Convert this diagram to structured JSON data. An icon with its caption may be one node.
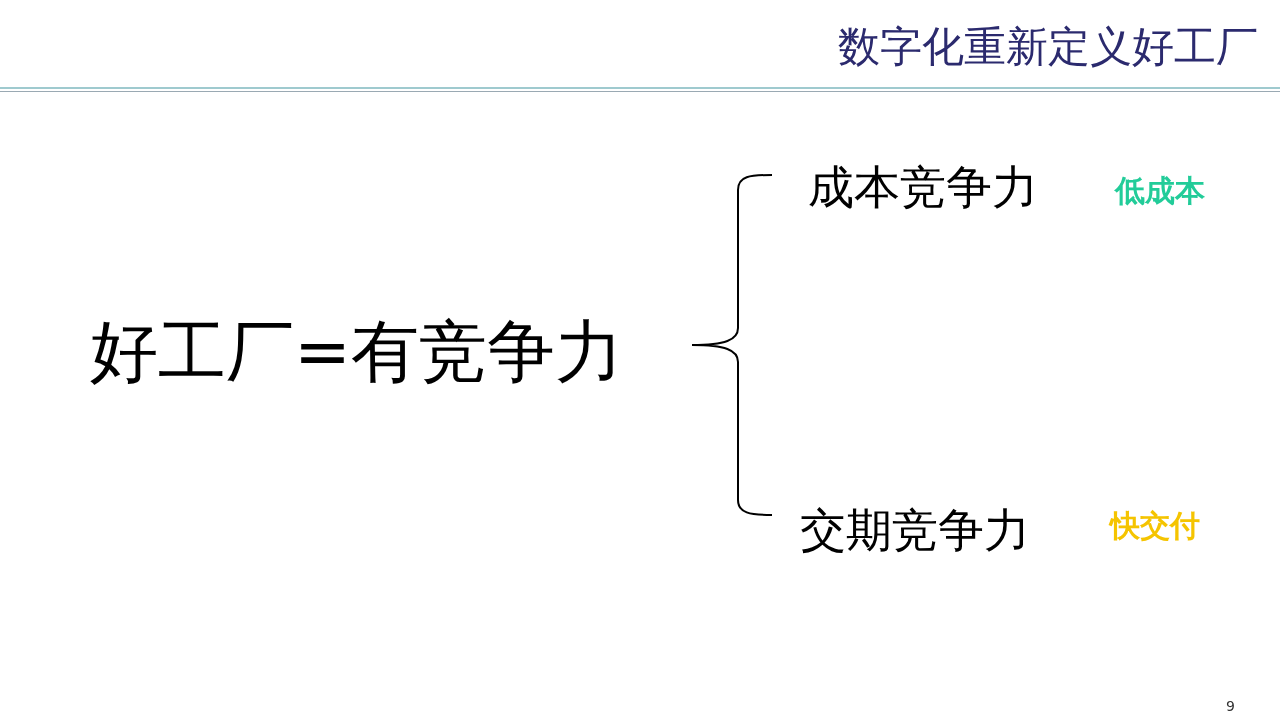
{
  "diagram": {
    "title": "数字化重新定义好工厂",
    "labels": [
      "成本竞争力",
      "低成本",
      "好工厂=有竞争力",
      "交期竞争力",
      "快交付",
      "9"
    ]
  }
}
